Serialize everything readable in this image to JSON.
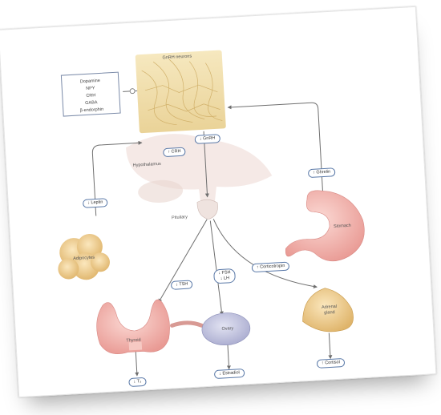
{
  "diagram": {
    "regions": {
      "neurons": "GnRH neurons",
      "hypothalamus": "Hypothalamus",
      "pituitary": "Pituitary"
    },
    "neurotransmitters": [
      "Dopamine",
      "NPY",
      "CRH",
      "GABA",
      "β-endorphin"
    ],
    "signals": {
      "gnrh": "↓ GnRH",
      "crh": "↑ CRH",
      "leptin": "↓ Leptin",
      "ghrelin": "↑ Ghrelin",
      "tsh": "↓ TSH",
      "fsh_lh_1": "↓ FSH",
      "fsh_lh_2": "↓ LH",
      "corticotropin": "↑ Corticotropin",
      "t3": "↓ T₃",
      "estradiol": "↓ Estradiol",
      "cortisol": "↑ Cortisol"
    },
    "organs": {
      "adipocytes": "Adipocytes",
      "stomach": "Stomach",
      "thyroid": "Thyroid",
      "ovary": "Ovary",
      "adrenal": "Adrenal gland"
    },
    "colors": {
      "arrow": "#6f6f6f",
      "pill_border": "#5a79a8",
      "organ_pink": "#f2b3ae",
      "organ_tan": "#efd39a",
      "brain_tan": "#f1e2b6"
    }
  }
}
